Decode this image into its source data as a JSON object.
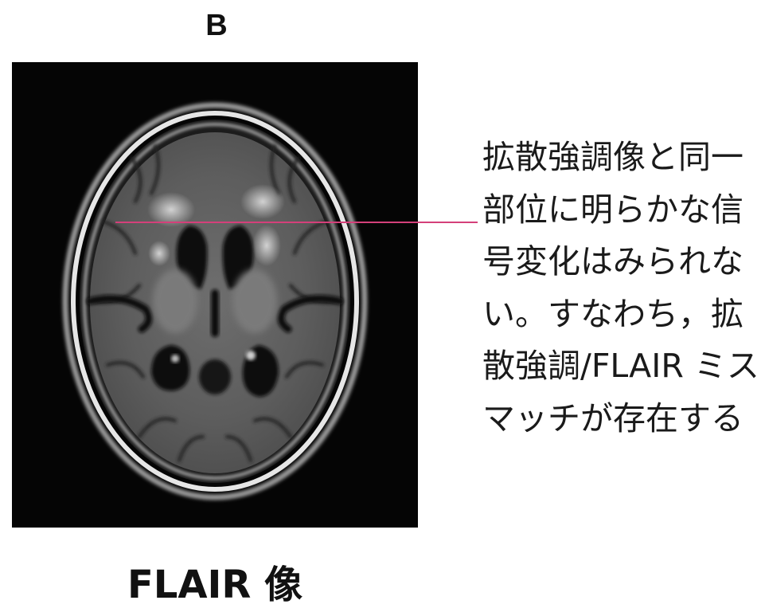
{
  "panel_label": "B",
  "annotation_text": "拡散強調像と同一部位に明らかな信号変化はみられない。すなわち，拡散強調/FLAIR ミスマッチが存在する",
  "caption": "FLAIR 像",
  "colors": {
    "pointer_line": "#d4407a",
    "image_background": "#050505"
  }
}
